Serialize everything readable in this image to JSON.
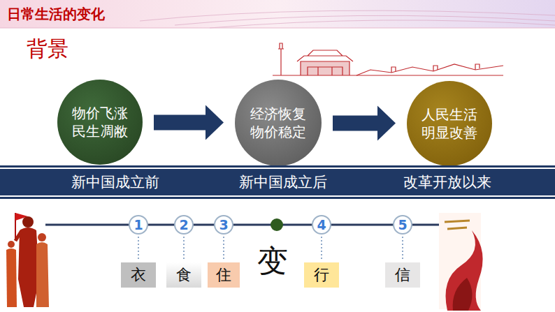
{
  "diagram": {
    "title": "日常生活的变化",
    "nodes": [
      {
        "text": [
          "物价飞涨 民生凋敝"
        ]
      },
      {
        "text": [
          "经济恢复 物价稳定"
        ]
      },
      {
        "text": [
          "人民生活 明显改善"
        ]
      },
      {
        "text": [
          "新中国成立前",
          "新中国成立后",
          "改革开放以来"
        ]
      },
      {
        "text": [
          "1"
        ]
      },
      {
        "text": [
          "2"
        ]
      },
      {
        "text": [
          "3"
        ]
      },
      {
        "text": [
          "4"
        ]
      },
      {
        "text": [
          "5"
        ]
      },
      {
        "text": [
          "衣"
        ]
      },
      {
        "text": [
          "食"
        ]
      },
      {
        "text": [
          "住"
        ]
      },
      {
        "text": [
          "行"
        ]
      },
      {
        "text": [
          "信"
        ]
      }
    ],
    "edges": [
      {
        "from": 0,
        "to": 1,
        "arrow": "to"
      },
      {
        "from": 1,
        "to": 2,
        "arrow": "to"
      },
      {
        "from": 4,
        "to": 9,
        "arrow": "none"
      },
      {
        "from": 5,
        "to": 10,
        "arrow": "none"
      },
      {
        "from": 6,
        "to": 11,
        "arrow": "none"
      },
      {
        "from": 7,
        "to": 12,
        "arrow": "none"
      },
      {
        "from": 8,
        "to": 13,
        "arrow": "none"
      }
    ],
    "labels": [
      "背景",
      "变"
    ]
  }
}
